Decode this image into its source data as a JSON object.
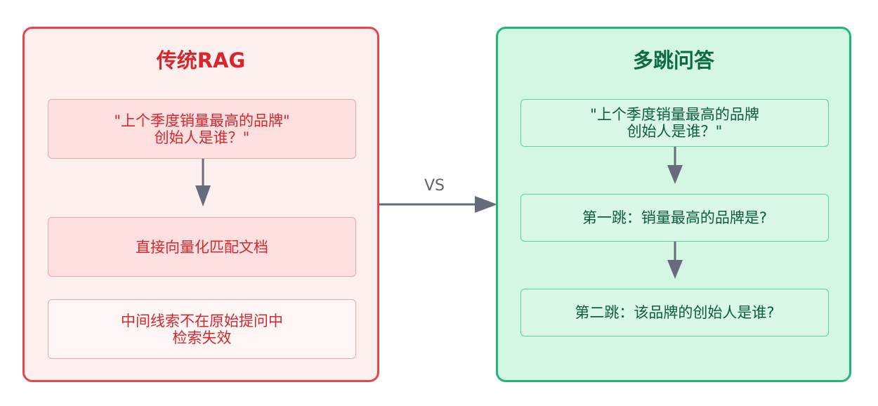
{
  "colors": {
    "left_border": "#e8444a",
    "left_fill": "#fff0f0",
    "left_text": "#d8262c",
    "right_border": "#22b57a",
    "right_fill": "#d3f7e2",
    "right_text": "#0d6b44",
    "arrow": "#666c7a"
  },
  "left_panel": {
    "title": "传统RAG",
    "nodes": [
      "\"上个季度销量最高的品牌\"\n创始人是谁？\"",
      "直接向量化匹配文档",
      "中间线索不在原始提问中\n检索失效"
    ]
  },
  "right_panel": {
    "title": "多跳问答",
    "nodes": [
      "\"上个季度销量最高的品牌\n创始人是谁？\"",
      "第一跳：销量最高的品牌是?",
      "第二跳：该品牌的创始人是谁?"
    ]
  },
  "connector": {
    "label": "VS"
  }
}
